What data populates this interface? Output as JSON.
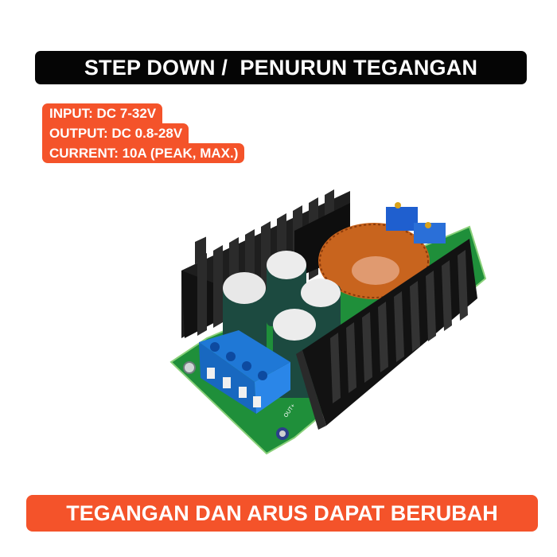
{
  "header": {
    "title": "STEP DOWN /  PENURUN TEGANGAN"
  },
  "specs": [
    {
      "label": "INPUT: DC 7-32V"
    },
    {
      "label": "OUTPUT: DC 0.8-28V"
    },
    {
      "label": "CURRENT: 10A (PEAK, MAX.)"
    }
  ],
  "product": {
    "description": "DC-DC buck step-down converter module with black heatsinks, green electrolytic capacitors, copper toroidal inductor, blue potentiometers and blue 4-pin screw terminal",
    "pcb_label": "OUT+"
  },
  "footer": {
    "caption": "TEGANGAN DAN ARUS DAPAT BERUBAH"
  },
  "colors": {
    "title_bg": "#050505",
    "accent_orange": "#f4532a",
    "text": "#ffffff",
    "background": "#ffffff"
  }
}
